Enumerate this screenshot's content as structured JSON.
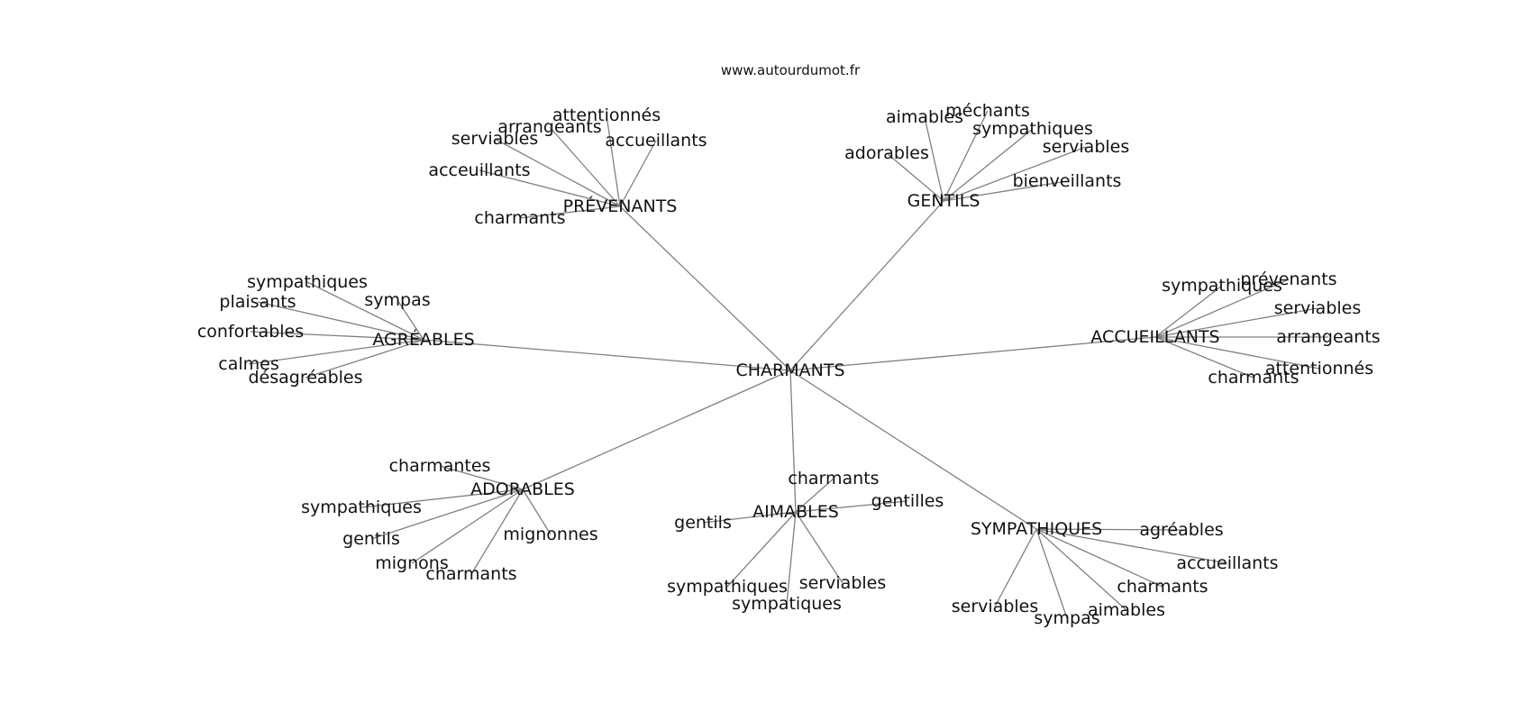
{
  "source_credit": "www.autourdumot.fr",
  "colors": {
    "edge": "#808080",
    "text": "#111111",
    "background": "#ffffff"
  },
  "graph": {
    "center": "CHARMANTS",
    "hubs": [
      {
        "label": "PRÉVENANTS",
        "leaves": [
          "attentionnés",
          "arrangeants",
          "serviables",
          "accueillants",
          "acceuillants",
          "charmants"
        ]
      },
      {
        "label": "GENTILS",
        "leaves": [
          "méchants",
          "aimables",
          "sympathiques",
          "serviables",
          "adorables",
          "bienveillants"
        ]
      },
      {
        "label": "AGRÉABLES",
        "leaves": [
          "sympathiques",
          "plaisants",
          "sympas",
          "confortables",
          "calmes",
          "désagréables"
        ]
      },
      {
        "label": "ACCUEILLANTS",
        "leaves": [
          "sympathiques",
          "prévenants",
          "serviables",
          "arrangeants",
          "attentionnés",
          "charmants"
        ]
      },
      {
        "label": "ADORABLES",
        "leaves": [
          "charmantes",
          "sympathiques",
          "gentils",
          "mignonnes",
          "mignons",
          "charmants"
        ]
      },
      {
        "label": "AIMABLES",
        "leaves": [
          "charmants",
          "gentilles",
          "gentils",
          "sympathiques",
          "serviables",
          "sympatiques"
        ]
      },
      {
        "label": "SYMPATHIQUES",
        "leaves": [
          "agréables",
          "accueillants",
          "charmants",
          "aimables",
          "serviables",
          "sympas"
        ]
      }
    ]
  }
}
